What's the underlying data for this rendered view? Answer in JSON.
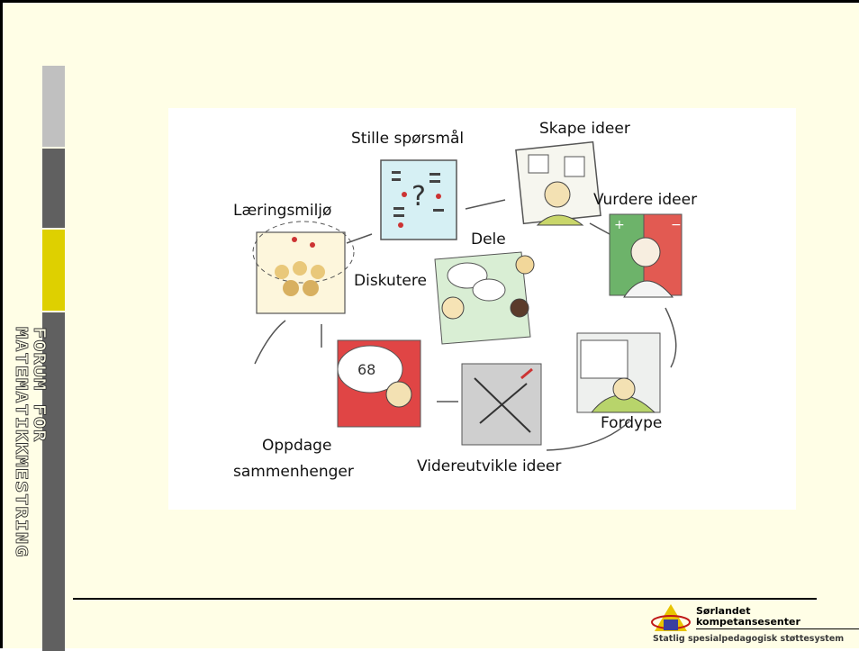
{
  "slide": {
    "vertical_title": "FORUM FOR MATEMATIKKMESTRING",
    "diagram_labels": {
      "stille": "Stille spørsmål",
      "skape": "Skape ideer",
      "vurdere": "Vurdere ideer",
      "laering": "Læringsmiljø",
      "dele": "Dele",
      "diskutere": "Diskutere",
      "fordype": "Fordype",
      "oppdage_1": "Oppdage",
      "oppdage_2": "sammenhenger",
      "videreutvikle": "Videreutvikle ideer"
    },
    "logo": {
      "name_line1": "Sørlandet",
      "name_line2": "kompetansesenter",
      "tagline": "Statlig spesialpedagogisk støttesystem"
    }
  }
}
